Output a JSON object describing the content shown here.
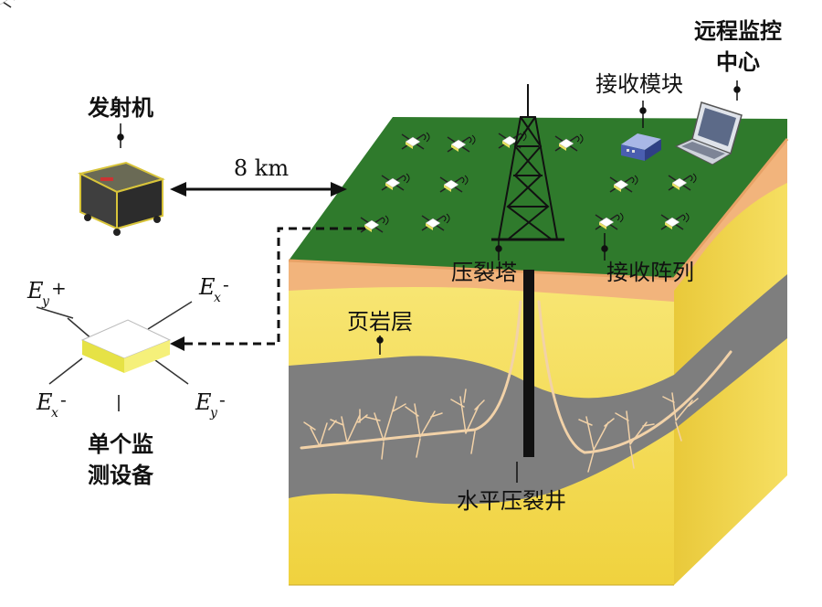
{
  "labels": {
    "transmitter": "发射机",
    "distance": "8 km",
    "remote_center_line1": "远程监控",
    "remote_center_line2": "中心",
    "receiver_module": "接收模块",
    "frac_tower": "压裂塔",
    "receiver_array": "接收阵列",
    "shale_layer": "页岩层",
    "horizontal_well": "水平压裂井",
    "single_device_line1": "单个监",
    "single_device_line2": "测设备"
  },
  "electrodes": {
    "ey_plus": {
      "main": "E",
      "sub": "y",
      "sign": "+"
    },
    "ex_minus_top": {
      "main": "E",
      "sub": "x",
      "sign": "-"
    },
    "ex_minus_bottom": {
      "main": "E",
      "sub": "x",
      "sign": "-"
    },
    "ey_minus": {
      "main": "E",
      "sub": "y",
      "sign": "-"
    }
  },
  "colors": {
    "grass": "#2f7a2c",
    "soil": "#f2b47c",
    "sand": "#f6de5a",
    "shale": "#7e7e7e",
    "fracture": "#f2d2a8",
    "well": "#111111"
  }
}
